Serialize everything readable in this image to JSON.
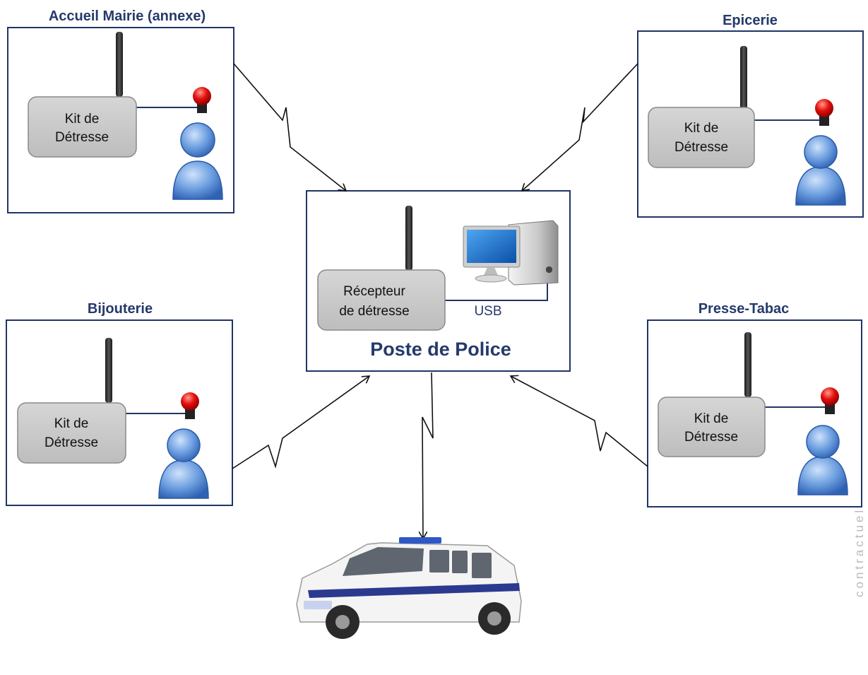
{
  "sites": {
    "accueil": {
      "title": "Accueil Mairie (annexe)",
      "kit_line1": "Kit de",
      "kit_line2": "Détresse"
    },
    "epicerie": {
      "title": "Epicerie",
      "kit_line1": "Kit de",
      "kit_line2": "Détresse"
    },
    "bijouterie": {
      "title": "Bijouterie",
      "kit_line1": "Kit de",
      "kit_line2": "Détresse"
    },
    "presse": {
      "title": "Presse-Tabac",
      "kit_line1": "Kit de",
      "kit_line2": "Détresse"
    }
  },
  "hub": {
    "title": "Poste de Police",
    "receiver_line1": "Récepteur",
    "receiver_line2": "de détresse",
    "usb_label": "USB"
  },
  "vehicle": {
    "icon": "police-van"
  },
  "watermark": "contractuel",
  "colors": {
    "box_border": "#1f3566",
    "title_text": "#243a6b",
    "kit_fill": "#c7c7c7",
    "link_line": "#1f3566",
    "alarm_red": "#e01010",
    "person_blue": "#5a8fd6"
  }
}
